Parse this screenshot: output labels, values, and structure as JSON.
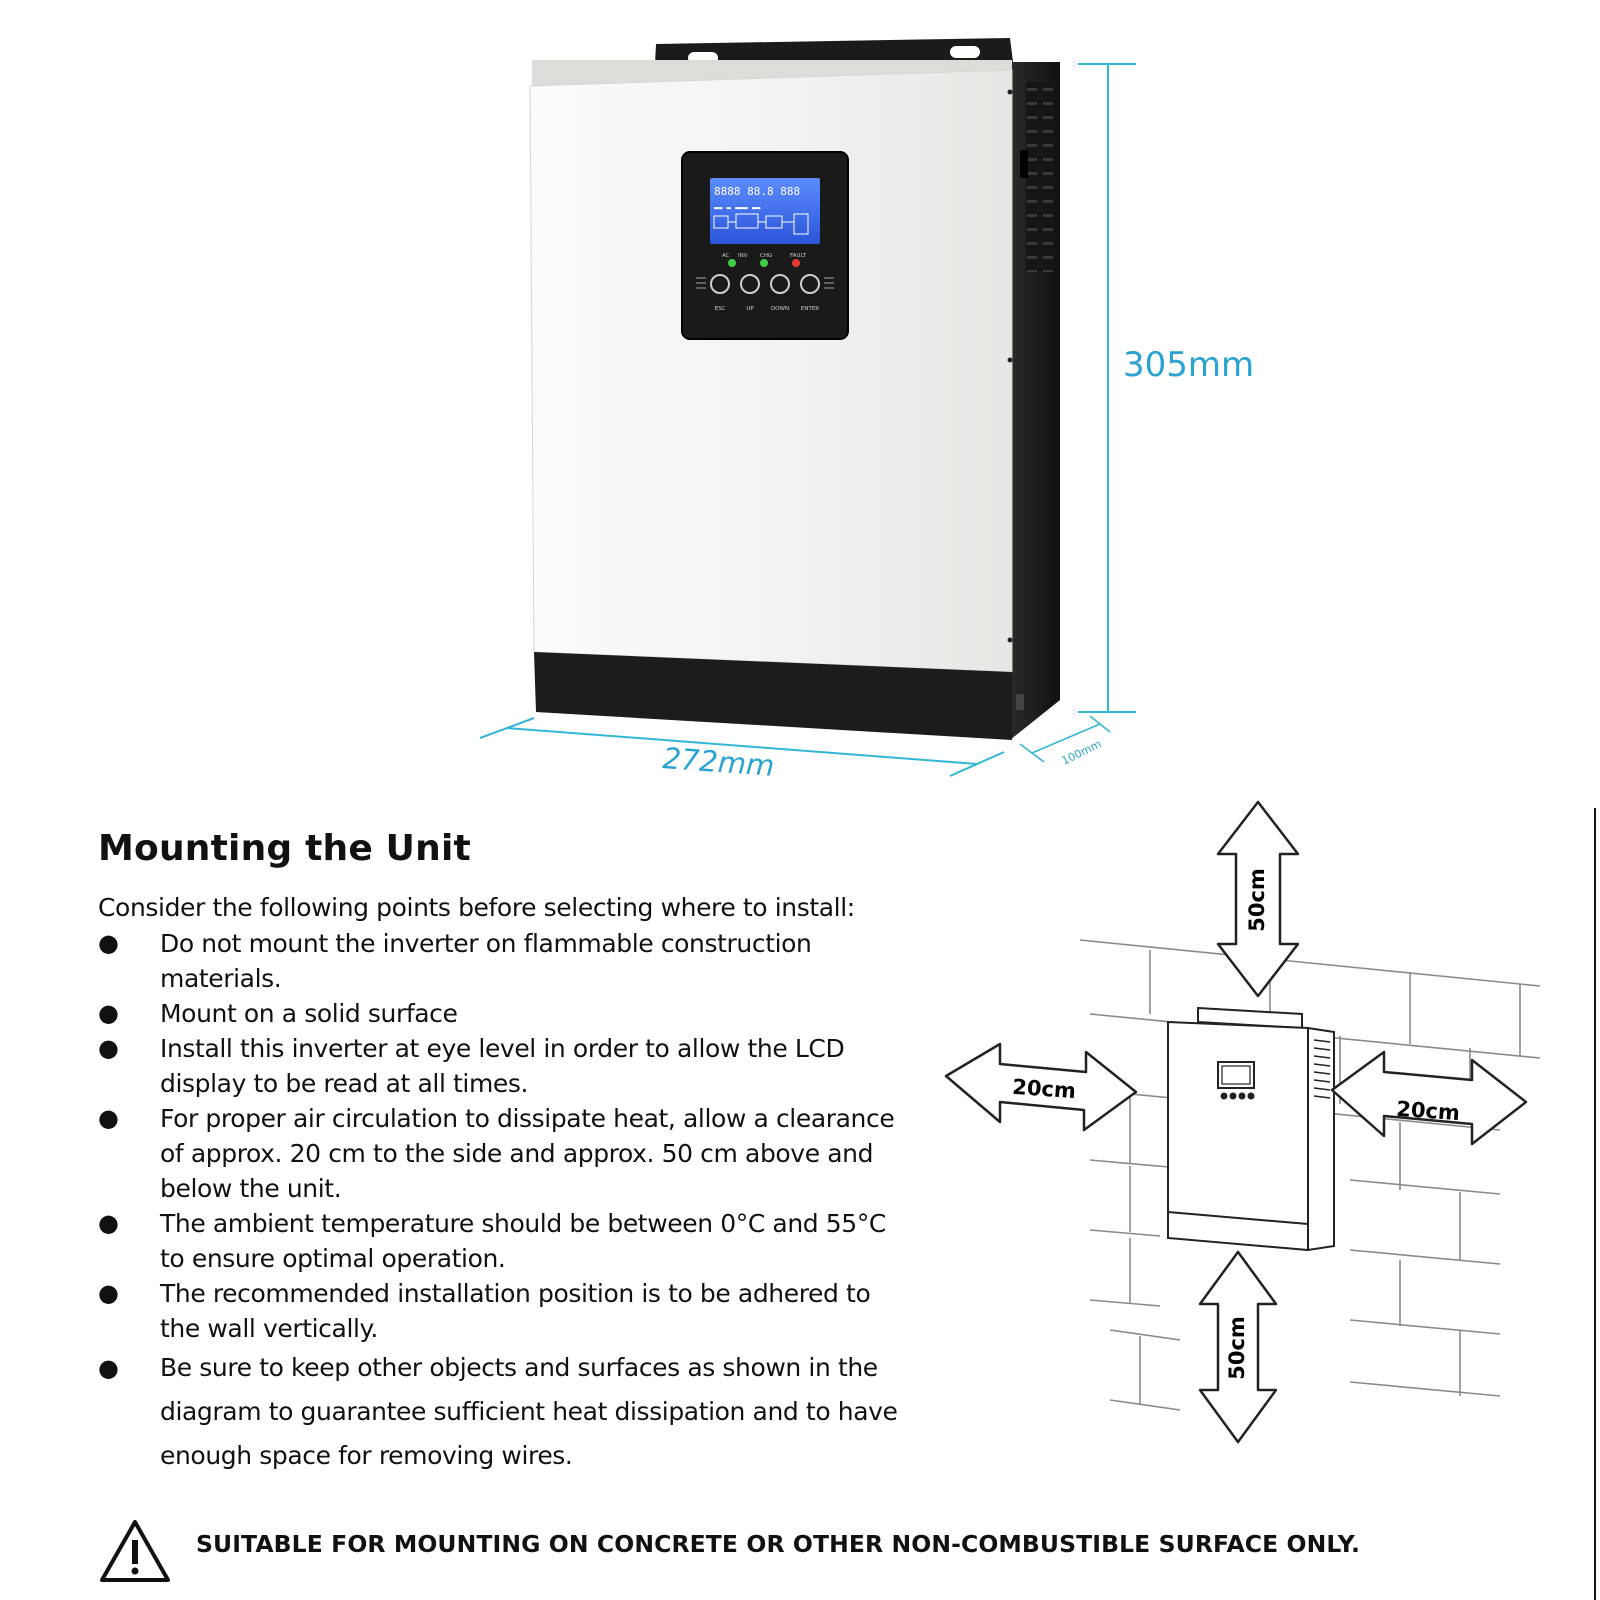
{
  "dimensions": {
    "height_label": "305mm",
    "width_label": "272mm",
    "depth_label": "100mm"
  },
  "panel": {
    "buttons": [
      "ESC",
      "UP",
      "DOWN",
      "ENTER"
    ],
    "leds": [
      "AC",
      "INV",
      "CHG",
      "FAULT"
    ]
  },
  "mounting": {
    "title": "Mounting the Unit",
    "intro": "Consider the following points before selecting where to install:",
    "points": [
      "Do not mount the inverter on flammable construction materials.",
      "Mount on a solid surface",
      "Install this inverter at eye level in order to allow the LCD display to be read at all times.",
      "For proper air circulation to dissipate heat, allow a clearance of approx. 20 cm to the side and approx. 50 cm above and below the unit.",
      "The ambient temperature should be between 0°C and 55°C to ensure optimal operation.",
      "The recommended installation position is to be adhered to the wall vertically.",
      "Be sure to keep other objects and surfaces as shown in the diagram to guarantee sufficient heat dissipation and to have enough space for removing wires."
    ]
  },
  "clearance": {
    "top": "50cm",
    "bottom": "50cm",
    "left": "20cm",
    "right": "20cm"
  },
  "warning": "SUITABLE FOR MOUNTING ON CONCRETE OR OTHER NON-COMBUSTIBLE SURFACE ONLY.",
  "colors": {
    "dimension_line": "#33b6d6",
    "dimension_text": "#2aa3d0",
    "lcd_screen": "#3a6ff0",
    "led_green": "#3fcf4a",
    "led_red": "#e53a2f",
    "housing": "#f1f1ef",
    "housing_dark": "#1c1c1c"
  }
}
